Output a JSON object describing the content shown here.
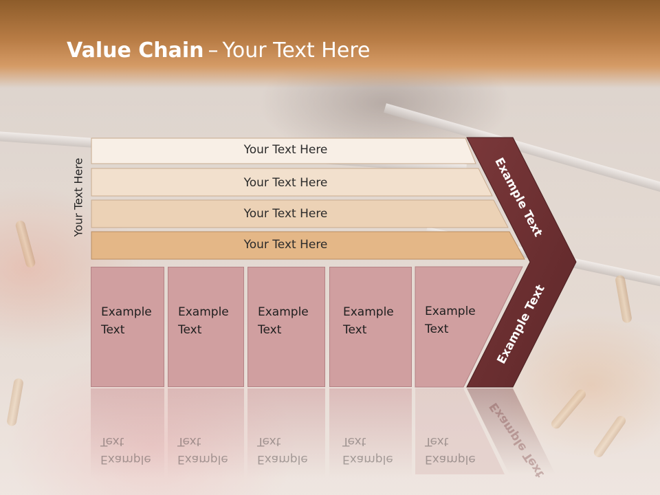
{
  "title": {
    "bold": "Value Chain",
    "separator": "–",
    "rest": "Your Text Here"
  },
  "side_label": "Your Text Here",
  "bars": [
    {
      "label": "Your Text Here",
      "color": "#f8efe6"
    },
    {
      "label": "Your Text Here",
      "color": "#f2e0cd"
    },
    {
      "label": "Your Text Here",
      "color": "#ecd2b6"
    },
    {
      "label": "Your Text Here",
      "color": "#e4b787"
    }
  ],
  "boxes": [
    {
      "line1": "Example",
      "line2": "Text"
    },
    {
      "line1": "Example",
      "line2": "Text"
    },
    {
      "line1": "Example",
      "line2": "Text"
    },
    {
      "line1": "Example",
      "line2": "Text"
    },
    {
      "line1": "Example",
      "line2": "Text"
    }
  ],
  "chevron": {
    "top_label": "Example Text",
    "bottom_label": "Example Text",
    "color": "#6e3032"
  },
  "colors": {
    "box": "#d09fa0",
    "header": "#b87c45"
  }
}
